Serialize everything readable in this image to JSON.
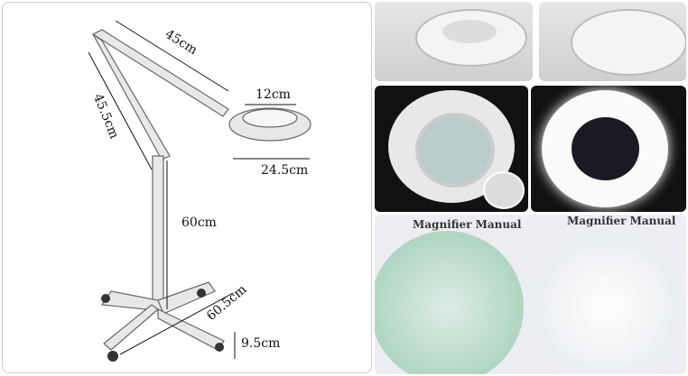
{
  "dimensions": {
    "arm_upper": "45cm",
    "arm_lower": "45.5cm",
    "lens_diameter": "12cm",
    "head_diameter": "24.5cm",
    "pole_height": "60cm",
    "base_width": "60.5cm",
    "base_height": "9.5cm"
  },
  "manual": {
    "title_left": "Magnifier Manual",
    "title_right": "Magnifier Manual"
  }
}
